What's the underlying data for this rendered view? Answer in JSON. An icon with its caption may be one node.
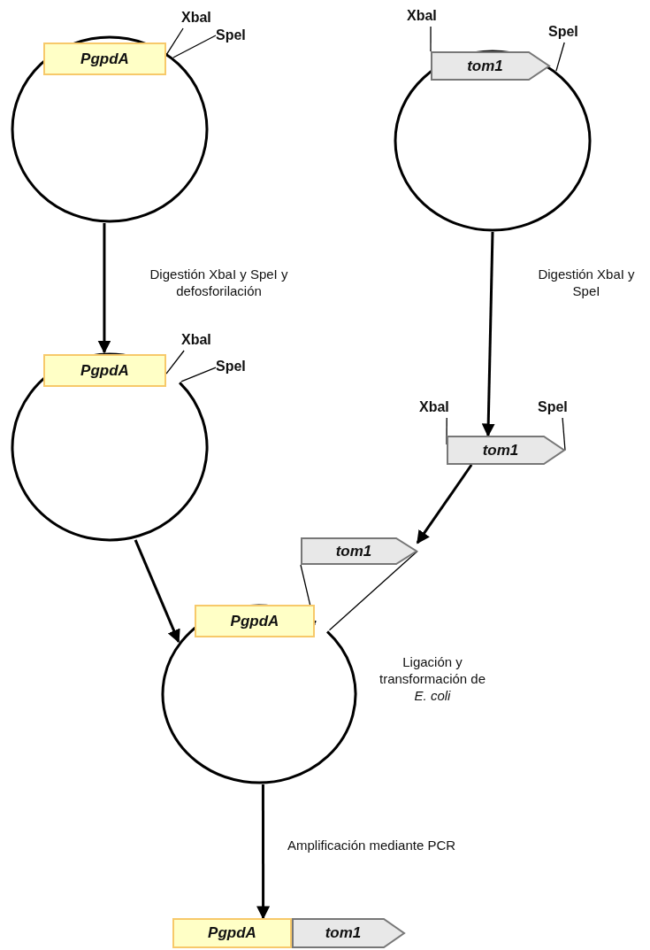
{
  "diagram": {
    "nodes": [
      {
        "text": [],
        "shape": "circle"
      },
      {
        "text": [
          "PgpdA"
        ],
        "in": 0
      },
      {
        "text": [
          "XbaI"
        ]
      },
      {
        "text": [
          "SpeI"
        ]
      },
      {
        "text": [],
        "shape": "circle"
      },
      {
        "text": [
          "XbaI"
        ]
      },
      {
        "text": [
          "tom1"
        ],
        "in": 4
      },
      {
        "text": [
          "SpeI"
        ]
      },
      {
        "text": [],
        "shape": "circle"
      },
      {
        "text": [
          "PgpdA"
        ],
        "in": 8
      },
      {
        "text": [
          "XbaI"
        ]
      },
      {
        "text": [
          "SpeI"
        ]
      },
      {
        "text": [
          "XbaI"
        ]
      },
      {
        "text": [
          "SpeI"
        ]
      },
      {
        "text": [
          "tom1"
        ]
      },
      {
        "text": [
          "tom1"
        ]
      },
      {
        "text": [],
        "shape": "circle",
        "beside": [
          "Ligación y transformación de *E. coli*"
        ]
      },
      {
        "text": [
          "PgpdA"
        ],
        "in": 16
      },
      {
        "text": [
          "PgpdA"
        ]
      },
      {
        "text": [
          "tom1"
        ]
      }
    ],
    "edges": [
      {
        "from": 0,
        "to": 8,
        "arrow": "to",
        "style": "thick",
        "label": "Digestión XbaI y SpeI y defosforilación"
      },
      {
        "from": 4,
        "to": 14,
        "arrow": "to",
        "style": "thick",
        "label": "Digestión XbaI y SpeI"
      },
      {
        "from": 8,
        "to": 16,
        "arrow": "to",
        "style": "thick"
      },
      {
        "from": 14,
        "to": 15,
        "arrow": "to",
        "style": "thick"
      },
      {
        "from": 16,
        "to": 18,
        "arrow": "to",
        "style": "thick",
        "label": "Amplificación mediante PCR"
      },
      {
        "from": 2,
        "to": 1,
        "arrow": "none"
      },
      {
        "from": 3,
        "to": 0,
        "arrow": "none"
      },
      {
        "from": 5,
        "to": 6,
        "arrow": "none"
      },
      {
        "from": 7,
        "to": 4,
        "arrow": "none"
      },
      {
        "from": 10,
        "to": 9,
        "arrow": "none"
      },
      {
        "from": 11,
        "to": 8,
        "arrow": "none"
      },
      {
        "from": 12,
        "to": 14,
        "arrow": "none"
      },
      {
        "from": 13,
        "to": 14,
        "arrow": "none"
      },
      {
        "from": 15,
        "to": 17,
        "arrow": "none"
      },
      {
        "from": 15,
        "to": 16,
        "arrow": "none"
      }
    ]
  }
}
